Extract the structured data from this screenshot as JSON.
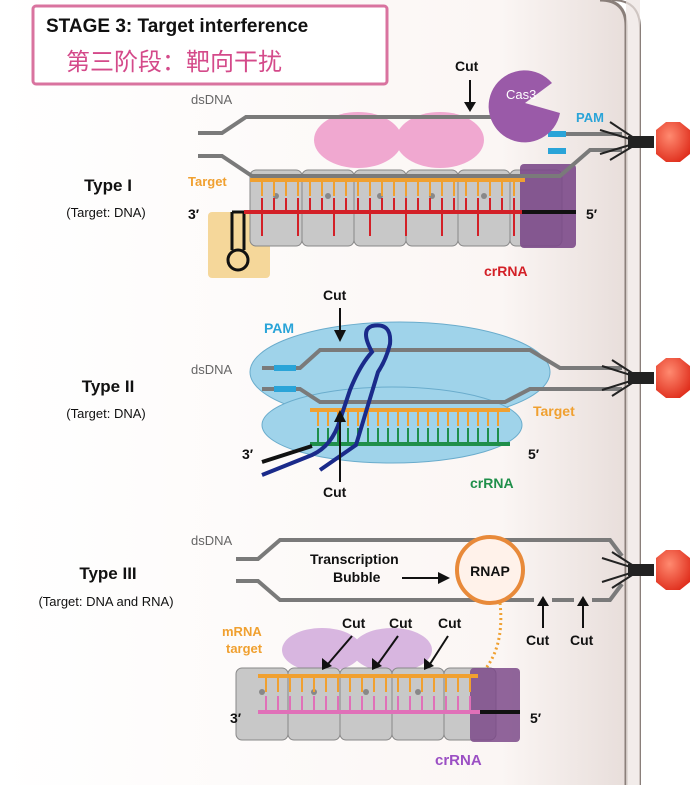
{
  "title": {
    "english": "STAGE 3: Target interference",
    "chinese": "第三阶段：靶向干扰"
  },
  "type1": {
    "name": "Type I",
    "target_note": "(Target: DNA)",
    "dsdna": "dsDNA",
    "cut": "Cut",
    "cas3": "Cas3",
    "pam": "PAM",
    "target": "Target",
    "end3": "3′",
    "end5": "5′",
    "crrna": "crRNA"
  },
  "type2": {
    "name": "Type II",
    "target_note": "(Target: DNA)",
    "cut_top": "Cut",
    "cut_bottom": "Cut",
    "pam": "PAM",
    "dsdna": "dsDNA",
    "target": "Target",
    "end3": "3′",
    "end5": "5′",
    "crrna": "crRNA"
  },
  "type3": {
    "name": "Type III",
    "target_note": "(Target: DNA and RNA)",
    "dsdna": "dsDNA",
    "bubble_line1": "Transcription",
    "bubble_line2": "Bubble",
    "rnap": "RNAP",
    "cut_dna_1": "Cut",
    "cut_dna_2": "Cut",
    "mrna_line1": "mRNA",
    "mrna_line2": "target",
    "cut_rna_1": "Cut",
    "cut_rna_2": "Cut",
    "cut_rna_3": "Cut",
    "end3": "3′",
    "end5": "5′",
    "crrna": "crRNA"
  },
  "colors": {
    "title_border": "#d9739f",
    "title_chinese": "#d44a8a",
    "crrna_red": "#d32027",
    "crrna_green": "#1f8f4a",
    "crrna_purple": "#9b4fc4",
    "pam_blue": "#2aa4d8",
    "target_orange": "#f0a030",
    "cas9_blue": "#9fd3ea",
    "cascade_pink": "#f0a8d0",
    "cas3_purple": "#9a5aa8",
    "rnap_orange": "#e88a3a",
    "cell_wall": "#8a7f7a",
    "phage_red": "#f03a2a"
  }
}
